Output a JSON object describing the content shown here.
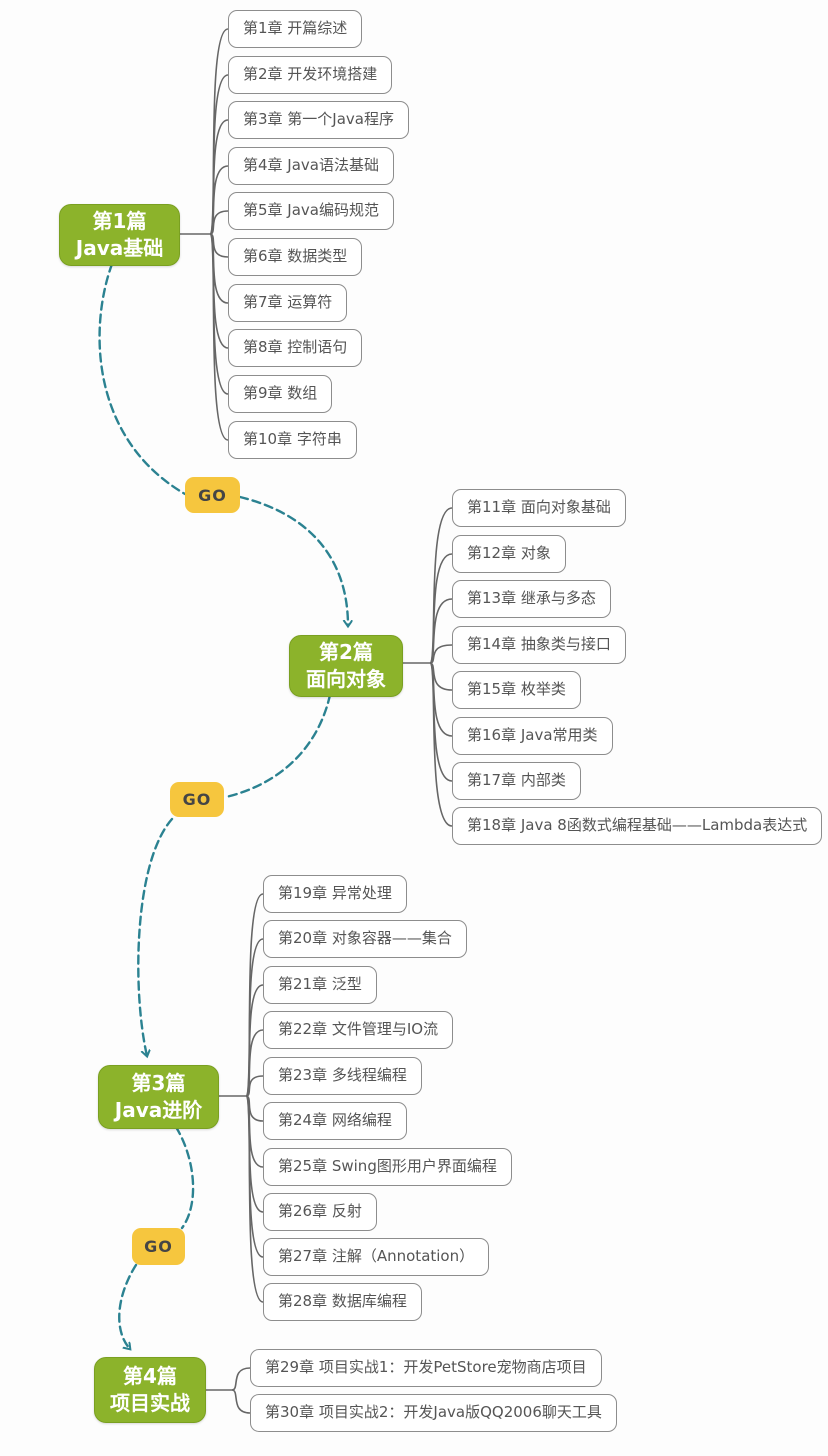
{
  "colors": {
    "part_node_fill": "#8cb32b",
    "part_node_text": "#ffffff",
    "go_fill": "#f6c63e",
    "go_text": "#454545",
    "chapter_border": "#8d8d8d",
    "chapter_text": "#555555",
    "branch_connector": "#666666",
    "flow_dash": "#2b8291"
  },
  "parts": [
    {
      "label_line1": "第1篇",
      "label_line2": "Java基础",
      "chapters": [
        "第1章 开篇综述",
        "第2章 开发环境搭建",
        "第3章 第一个Java程序",
        "第4章 Java语法基础",
        "第5章 Java编码规范",
        "第6章 数据类型",
        "第7章 运算符",
        "第8章 控制语句",
        "第9章 数组",
        "第10章 字符串"
      ]
    },
    {
      "label_line1": "第2篇",
      "label_line2": "面向对象",
      "chapters": [
        "第11章 面向对象基础",
        "第12章 对象",
        "第13章 继承与多态",
        "第14章 抽象类与接口",
        "第15章 枚举类",
        "第16章 Java常用类",
        "第17章 内部类",
        "第18章 Java 8函数式编程基础——Lambda表达式"
      ]
    },
    {
      "label_line1": "第3篇",
      "label_line2": "Java进阶",
      "chapters": [
        "第19章 异常处理",
        "第20章 对象容器——集合",
        "第21章 泛型",
        "第22章 文件管理与IO流",
        "第23章 多线程编程",
        "第24章 网络编程",
        "第25章 Swing图形用户界面编程",
        "第26章 反射",
        "第27章 注解（Annotation）",
        "第28章 数据库编程"
      ]
    },
    {
      "label_line1": "第4篇",
      "label_line2": "项目实战",
      "chapters": [
        "第29章 项目实战1：开发PetStore宠物商店项目",
        "第30章 项目实战2：开发Java版QQ2006聊天工具"
      ]
    }
  ],
  "go_badges": [
    {
      "label": "GO"
    },
    {
      "label": "GO"
    },
    {
      "label": "GO"
    }
  ]
}
